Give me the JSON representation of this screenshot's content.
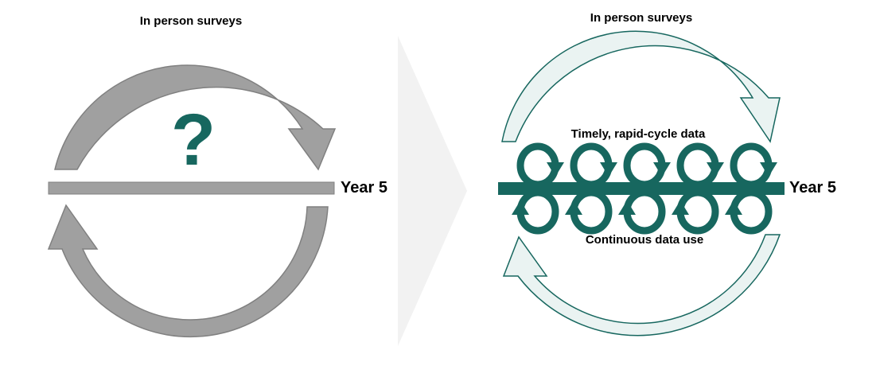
{
  "colors": {
    "gray_fill": "#a0a0a0",
    "gray_stroke": "#808080",
    "teal": "#17675f",
    "teal_light": "#eaf3f2",
    "chevron_bg": "#f2f2f2"
  },
  "left_panel": {
    "top_label": "In person surveys",
    "question_mark": "?",
    "timeline_label": "Year 5"
  },
  "right_panel": {
    "top_label": "In person surveys",
    "upper_loops_label": "Timely, rapid-cycle data",
    "lower_loops_label": "Continuous data use",
    "timeline_label": "Year 5",
    "loops_above": 5,
    "loops_below": 5
  }
}
